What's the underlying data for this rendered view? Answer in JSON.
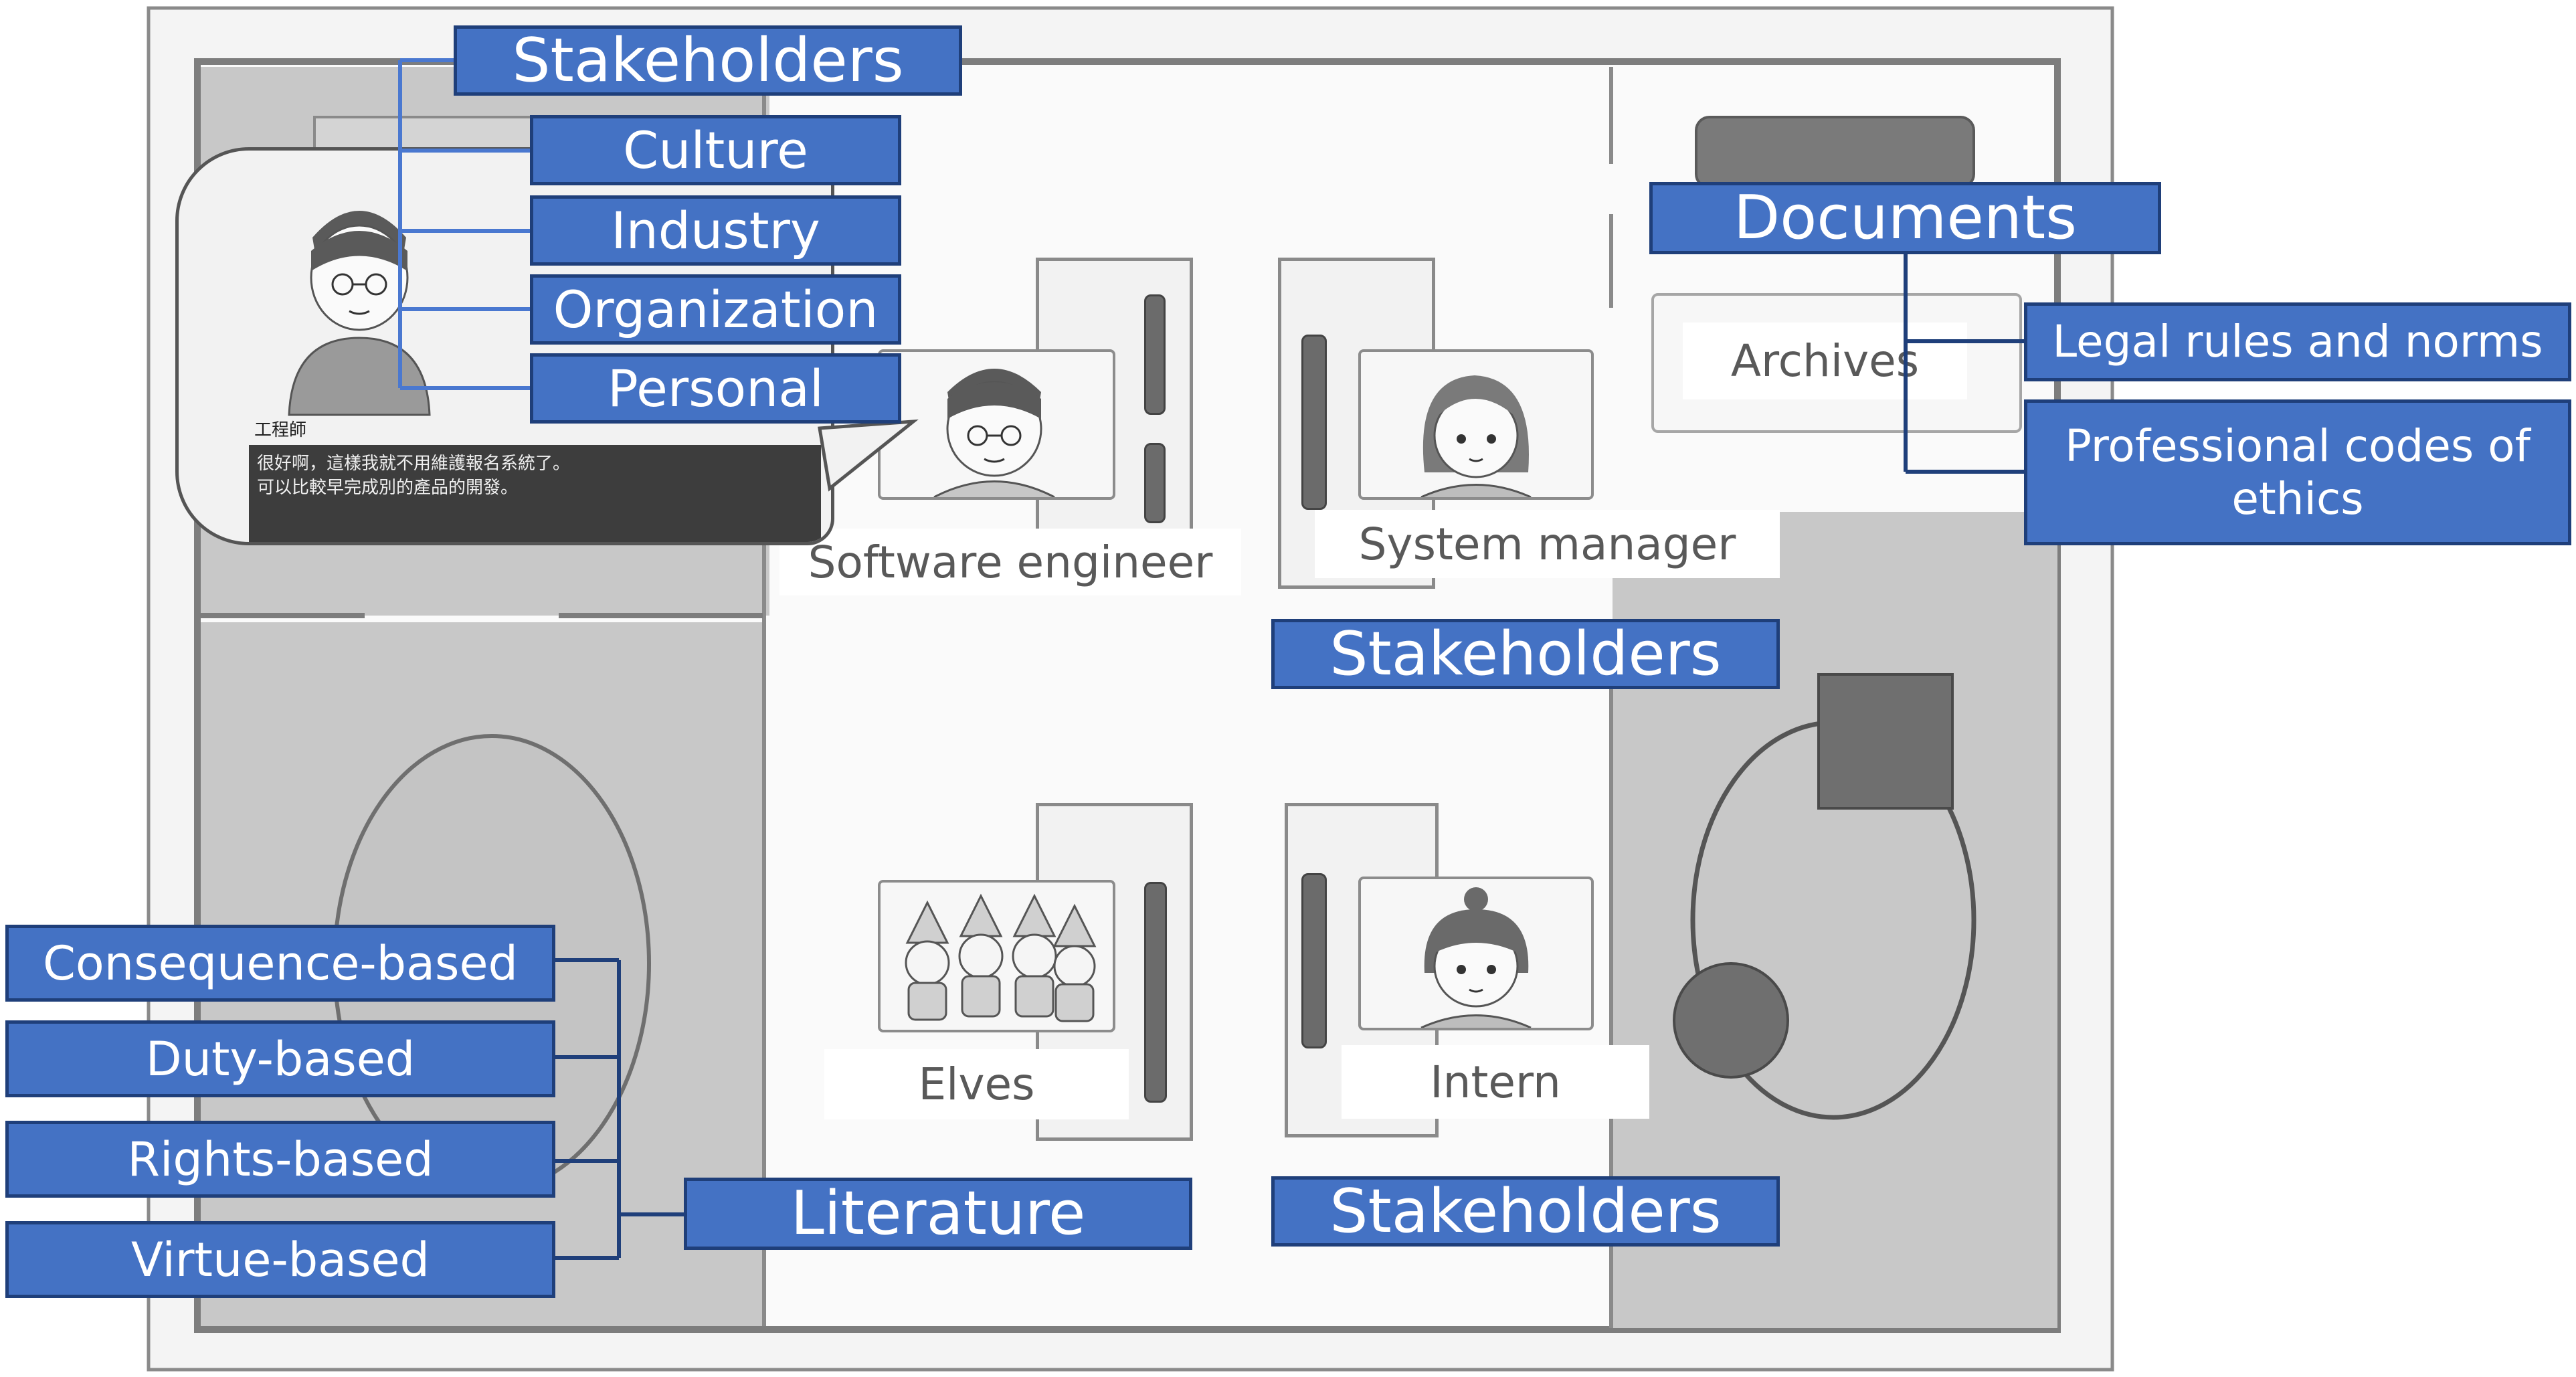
{
  "stakeholders_top": "Stakeholders",
  "stakeholder_factors": [
    "Culture",
    "Industry",
    "Organization",
    "Personal"
  ],
  "dialog": {
    "speaker": "工程師",
    "line1": "很好啊，這樣我就不用維護報名系統了。",
    "line2": "可以比較早完成別的產品的開發。"
  },
  "characters": {
    "software_engineer": "Software engineer",
    "system_manager": "System manager",
    "elves": "Elves",
    "intern": "Intern"
  },
  "stakeholders_mid": "Stakeholders",
  "stakeholders_bottom": "Stakeholders",
  "documents": "Documents",
  "archives": "Archives",
  "document_items": [
    "Legal rules and norms",
    "Professional codes of ethics"
  ],
  "literature": "Literature",
  "theories": [
    "Consequence-based",
    "Duty-based",
    "Rights-based",
    "Virtue-based"
  ],
  "colors": {
    "box_fill": "#4472c4",
    "box_border": "#1f3f7a",
    "connector": "#1f3f7a",
    "connector_light": "#4a78d0"
  }
}
